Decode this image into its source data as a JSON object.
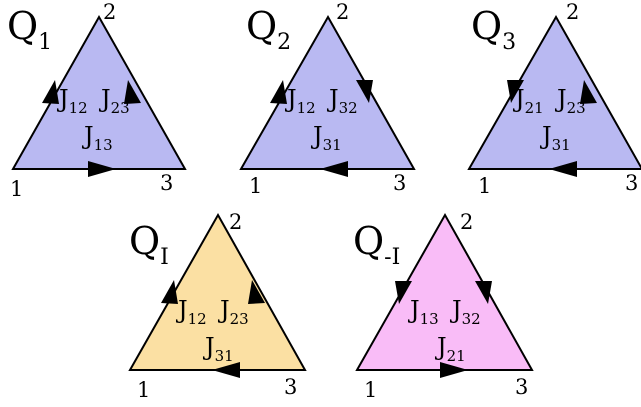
{
  "colors": {
    "blue": "#b9b9f2",
    "yellow": "#fbe0a3",
    "pink": "#f9bcf7",
    "stroke": "#000000"
  },
  "panels": [
    {
      "name": "q1",
      "title": {
        "main": "Q",
        "sub": "1"
      },
      "fill": "blue",
      "vertices": [
        "1",
        "2",
        "3"
      ],
      "currents": [
        {
          "main": "J",
          "sub": "12"
        },
        {
          "main": "J",
          "sub": "23"
        },
        {
          "main": "J",
          "sub": "13"
        }
      ]
    },
    {
      "name": "q2",
      "title": {
        "main": "Q",
        "sub": "2"
      },
      "fill": "blue",
      "vertices": [
        "1",
        "2",
        "3"
      ],
      "currents": [
        {
          "main": "J",
          "sub": "12"
        },
        {
          "main": "J",
          "sub": "32"
        },
        {
          "main": "J",
          "sub": "31"
        }
      ]
    },
    {
      "name": "q3",
      "title": {
        "main": "Q",
        "sub": "3"
      },
      "fill": "blue",
      "vertices": [
        "1",
        "2",
        "3"
      ],
      "currents": [
        {
          "main": "J",
          "sub": "21"
        },
        {
          "main": "J",
          "sub": "23"
        },
        {
          "main": "J",
          "sub": "31"
        }
      ]
    },
    {
      "name": "qi",
      "title": {
        "main": "Q",
        "sub": "I"
      },
      "fill": "yellow",
      "vertices": [
        "1",
        "2",
        "3"
      ],
      "currents": [
        {
          "main": "J",
          "sub": "12"
        },
        {
          "main": "J",
          "sub": "23"
        },
        {
          "main": "J",
          "sub": "31"
        }
      ]
    },
    {
      "name": "q-neg-i",
      "title": {
        "main": "Q",
        "sub": "-I"
      },
      "fill": "pink",
      "vertices": [
        "1",
        "2",
        "3"
      ],
      "currents": [
        {
          "main": "J",
          "sub": "13"
        },
        {
          "main": "J",
          "sub": "32"
        },
        {
          "main": "J",
          "sub": "21"
        }
      ]
    }
  ]
}
